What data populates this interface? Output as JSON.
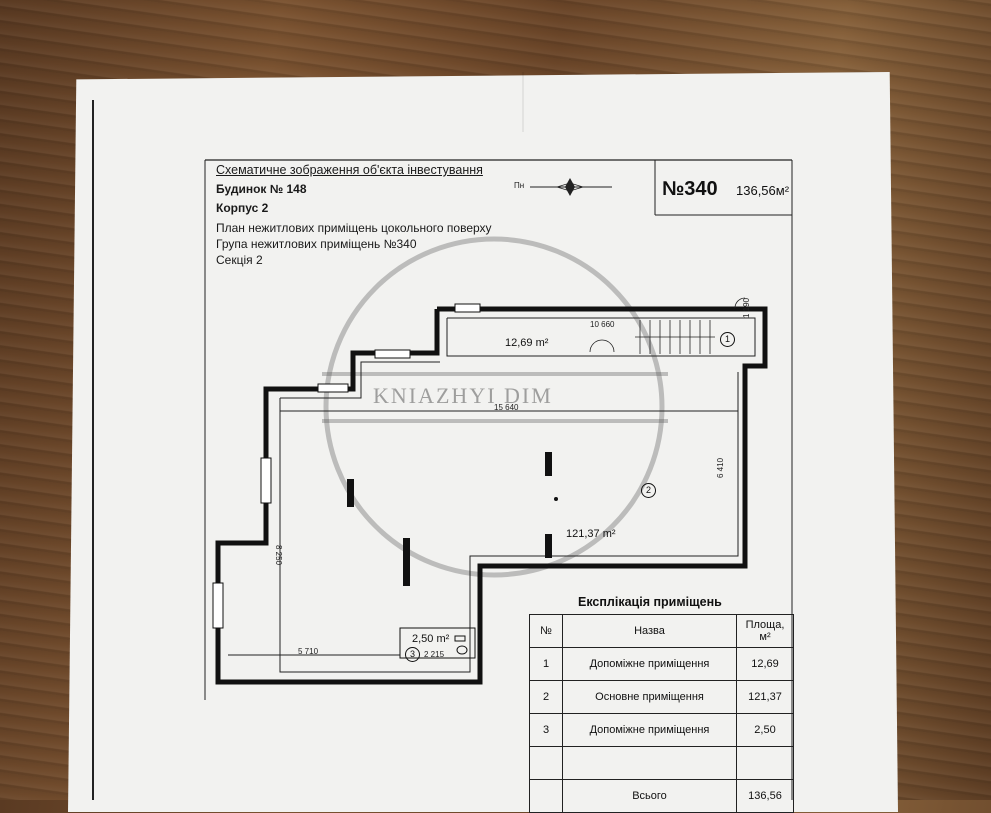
{
  "header": {
    "title": "Схематичне зображення об'єкта інвестування",
    "building": "Будинок № 148",
    "block": "Корпус 2",
    "plan_line": "План нежитлових приміщень цокольного поверху",
    "group_line": "Група нежитлових приміщень №340",
    "section": "Секція 2",
    "north_label": "Пн"
  },
  "unit": {
    "number": "№340",
    "area": "136,56м²"
  },
  "watermark": "KNIAZHYI DIM",
  "plan": {
    "rooms": [
      {
        "id": "1",
        "area_label": "12,69 m²"
      },
      {
        "id": "2",
        "area_label": "121,37 m²"
      },
      {
        "id": "3",
        "area_label": "2,50 m²"
      }
    ],
    "dimensions": {
      "top_corridor": "10 660",
      "corridor_height": "1 190",
      "main_width": "15 640",
      "right_height": "6 410",
      "left_height": "8 250",
      "bottom_width": "5 710",
      "wc_width": "2 215"
    }
  },
  "explication": {
    "title": "Експлікація приміщень",
    "headers": [
      "№",
      "Назва",
      "Площа, м²"
    ],
    "rows": [
      {
        "no": "1",
        "name": "Допоміжне приміщення",
        "area": "12,69"
      },
      {
        "no": "2",
        "name": "Основне приміщення",
        "area": "121,37"
      },
      {
        "no": "3",
        "name": "Допоміжне приміщення",
        "area": "2,50"
      },
      {
        "no": "",
        "name": "",
        "area": ""
      },
      {
        "no": "",
        "name": "Всього",
        "area": "136,56"
      }
    ]
  }
}
